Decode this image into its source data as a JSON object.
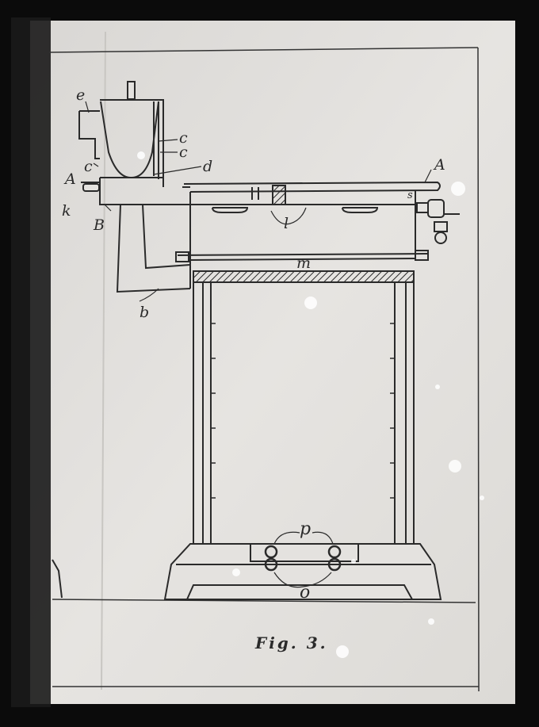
{
  "figure": {
    "caption": "Fig. 3.",
    "labels": {
      "e": "e",
      "c1": "c",
      "c2": "c",
      "c3": "c",
      "d": "d",
      "A_left": "A",
      "A_right": "A",
      "k": "k",
      "B": "B",
      "b": "b",
      "l": "l",
      "s": "s",
      "m": "m",
      "p": "p",
      "o": "o"
    }
  },
  "colors": {
    "background": "#0b0b0b",
    "paper": "#e4e2df",
    "ink": "#2a2a2a"
  }
}
